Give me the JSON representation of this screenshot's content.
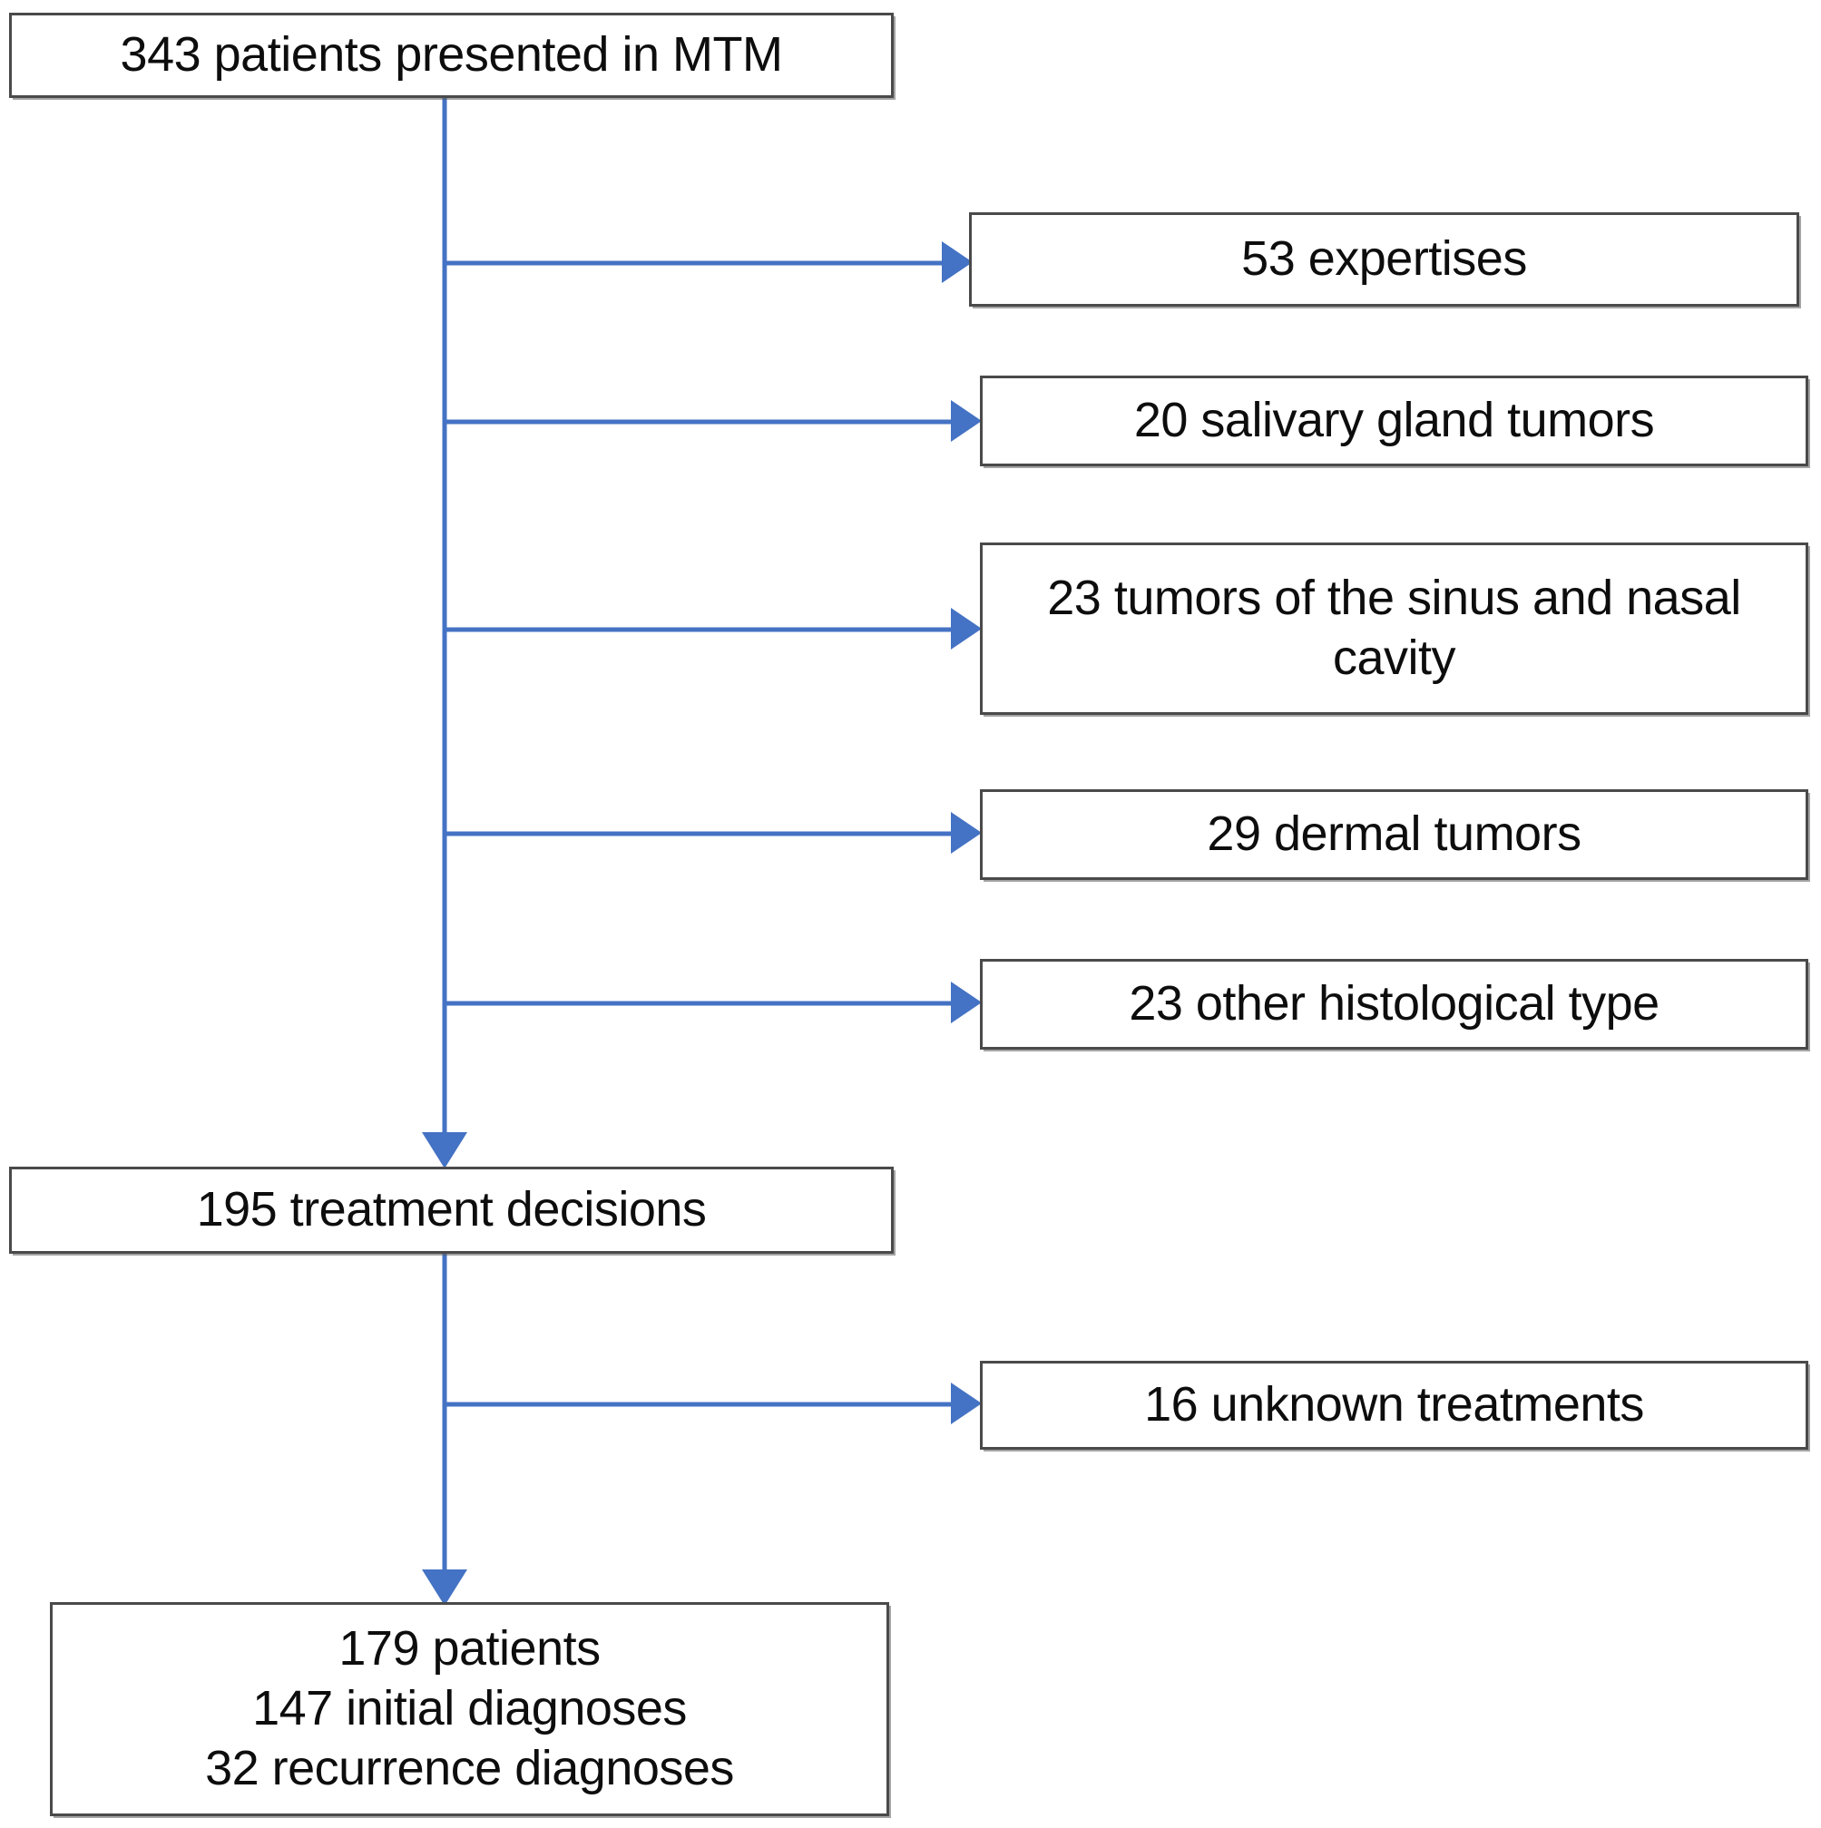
{
  "diagram": {
    "title": "MTM patient selection flow",
    "accent_color": "#4472C4",
    "box_border_color": "#4A4A4A",
    "text_color": "#0D0D0D",
    "background_color": "#FFFFFF"
  },
  "nodes": {
    "start": {
      "id": "patients-presented",
      "label": "343 patients presented in MTM",
      "count": 343
    },
    "treatment_decisions": {
      "id": "treatment-decisions",
      "label": "195 treatment decisions",
      "count": 195
    },
    "final": {
      "id": "final-cohort",
      "lines": [
        "179 patients",
        "147 initial diagnoses",
        "32 recurrence diagnoses"
      ],
      "patients": 179,
      "initial_diagnoses": 147,
      "recurrence_diagnoses": 32
    }
  },
  "exclusions_stage1": [
    {
      "id": "expertises",
      "label": "53 expertises",
      "count": 53
    },
    {
      "id": "salivary-gland-tumors",
      "label": "20 salivary gland tumors",
      "count": 20
    },
    {
      "id": "sinus-nasal-tumors",
      "label": "23 tumors of the sinus and nasal cavity",
      "lines": [
        "23 tumors of the sinus and nasal",
        "cavity"
      ],
      "count": 23
    },
    {
      "id": "dermal-tumors",
      "label": "29 dermal tumors",
      "count": 29
    },
    {
      "id": "other-histological-type",
      "label": "23 other histological type",
      "count": 23
    }
  ],
  "exclusions_stage2": [
    {
      "id": "unknown-treatments",
      "label": "16 unknown treatments",
      "count": 16
    }
  ],
  "chart_data": {
    "type": "diagram",
    "title": "MTM patient selection flowchart",
    "flow": [
      {
        "from": "343 patients presented in MTM",
        "to": "195 treatment decisions",
        "excluded": [
          "53 expertises",
          "20 salivary gland tumors",
          "23 tumors of the sinus and nasal cavity",
          "29 dermal tumors",
          "23 other histological type"
        ]
      },
      {
        "from": "195 treatment decisions",
        "to": "179 patients / 147 initial diagnoses / 32 recurrence diagnoses",
        "excluded": [
          "16 unknown treatments"
        ]
      }
    ]
  }
}
